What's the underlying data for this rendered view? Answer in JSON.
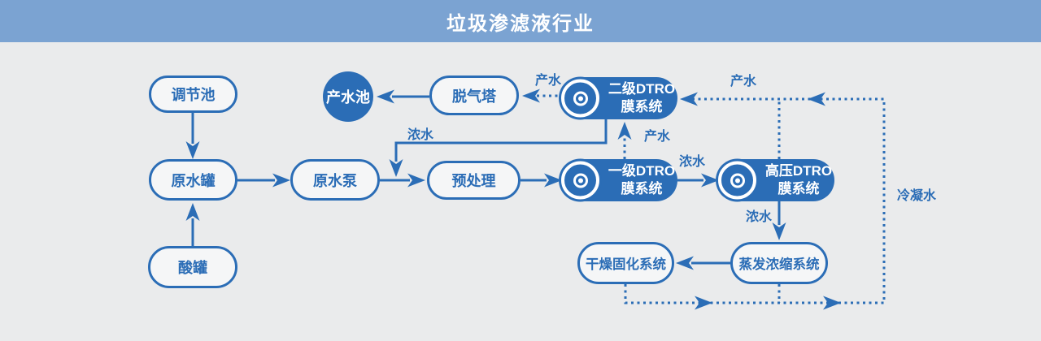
{
  "header": {
    "title": "垃圾渗滤液行业"
  },
  "colors": {
    "header_bg": "#7ba3d2",
    "canvas_bg": "#eaebec",
    "primary_blue": "#2b6db6",
    "node_fill": "#f5f6f7",
    "text_on_blue": "#ffffff"
  },
  "nodes": {
    "tiaojiechi": {
      "label": "调节池"
    },
    "yuanshuiguan": {
      "label": "原水罐"
    },
    "suanguan": {
      "label": "酸罐"
    },
    "yuanshuibeng": {
      "label": "原水泵"
    },
    "yuchuli": {
      "label": "预处理"
    },
    "tuoqita": {
      "label": "脱气塔"
    },
    "chanshuichi": {
      "label": "产水池"
    },
    "erji_dtro": {
      "line1": "二级DTRO",
      "line2": "膜系统"
    },
    "yiji_dtro": {
      "line1": "一级DTRO",
      "line2": "膜系统"
    },
    "gaoya_dtro": {
      "line1": "高压DTRO",
      "line2": "膜系统"
    },
    "zhengfa": {
      "label": "蒸发浓缩系统"
    },
    "ganzao": {
      "label": "干燥固化系统"
    }
  },
  "flow_labels": {
    "chanshui_to_tuoqita": "产水",
    "chanshui_yiji_to_erji": "产水",
    "chanshui_condensate_return": "产水",
    "nongshui_erji_return": "浓水",
    "nongshui_yiji_to_gaoya": "浓水",
    "nongshui_gaoya_to_zhengfa": "浓水",
    "lengningshui": "冷凝水"
  },
  "icons": {
    "dtro_membrane": "double-circle-disc"
  }
}
